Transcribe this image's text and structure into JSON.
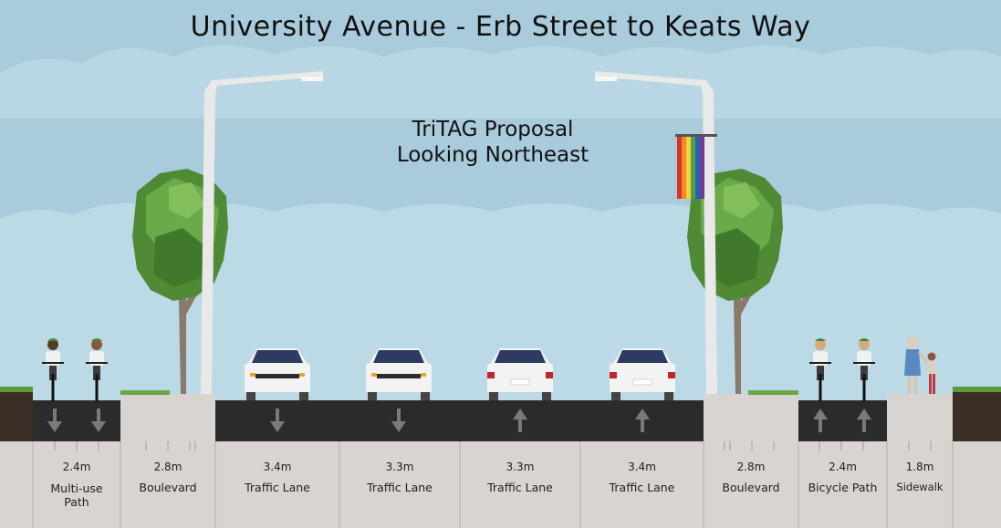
{
  "title": "University Avenue - Erb Street to Keats Way",
  "proposal": {
    "line1": "TriTAG Proposal",
    "line2": "Looking Northeast"
  },
  "segments": [
    {
      "width": "2.4m",
      "name": "Multi-use Path"
    },
    {
      "width": "2.8m",
      "name": "Boulevard"
    },
    {
      "width": "3.4m",
      "name": "Traffic Lane"
    },
    {
      "width": "3.3m",
      "name": "Traffic Lane"
    },
    {
      "width": "3.3m",
      "name": "Traffic Lane"
    },
    {
      "width": "3.4m",
      "name": "Traffic Lane"
    },
    {
      "width": "2.8m",
      "name": "Boulevard"
    },
    {
      "width": "2.4m",
      "name": "Bicycle Path"
    },
    {
      "width": "1.8m",
      "name": "Sidewalk"
    }
  ],
  "colors": {
    "sky": "#a9cbdb",
    "cloud": "#bcd9e6",
    "asphalt": "#2b2b2b",
    "concrete": "#d8d4cf",
    "soil": "#3a2e26",
    "grass": "#5e9a3c",
    "pole": "#e9e9e9"
  }
}
